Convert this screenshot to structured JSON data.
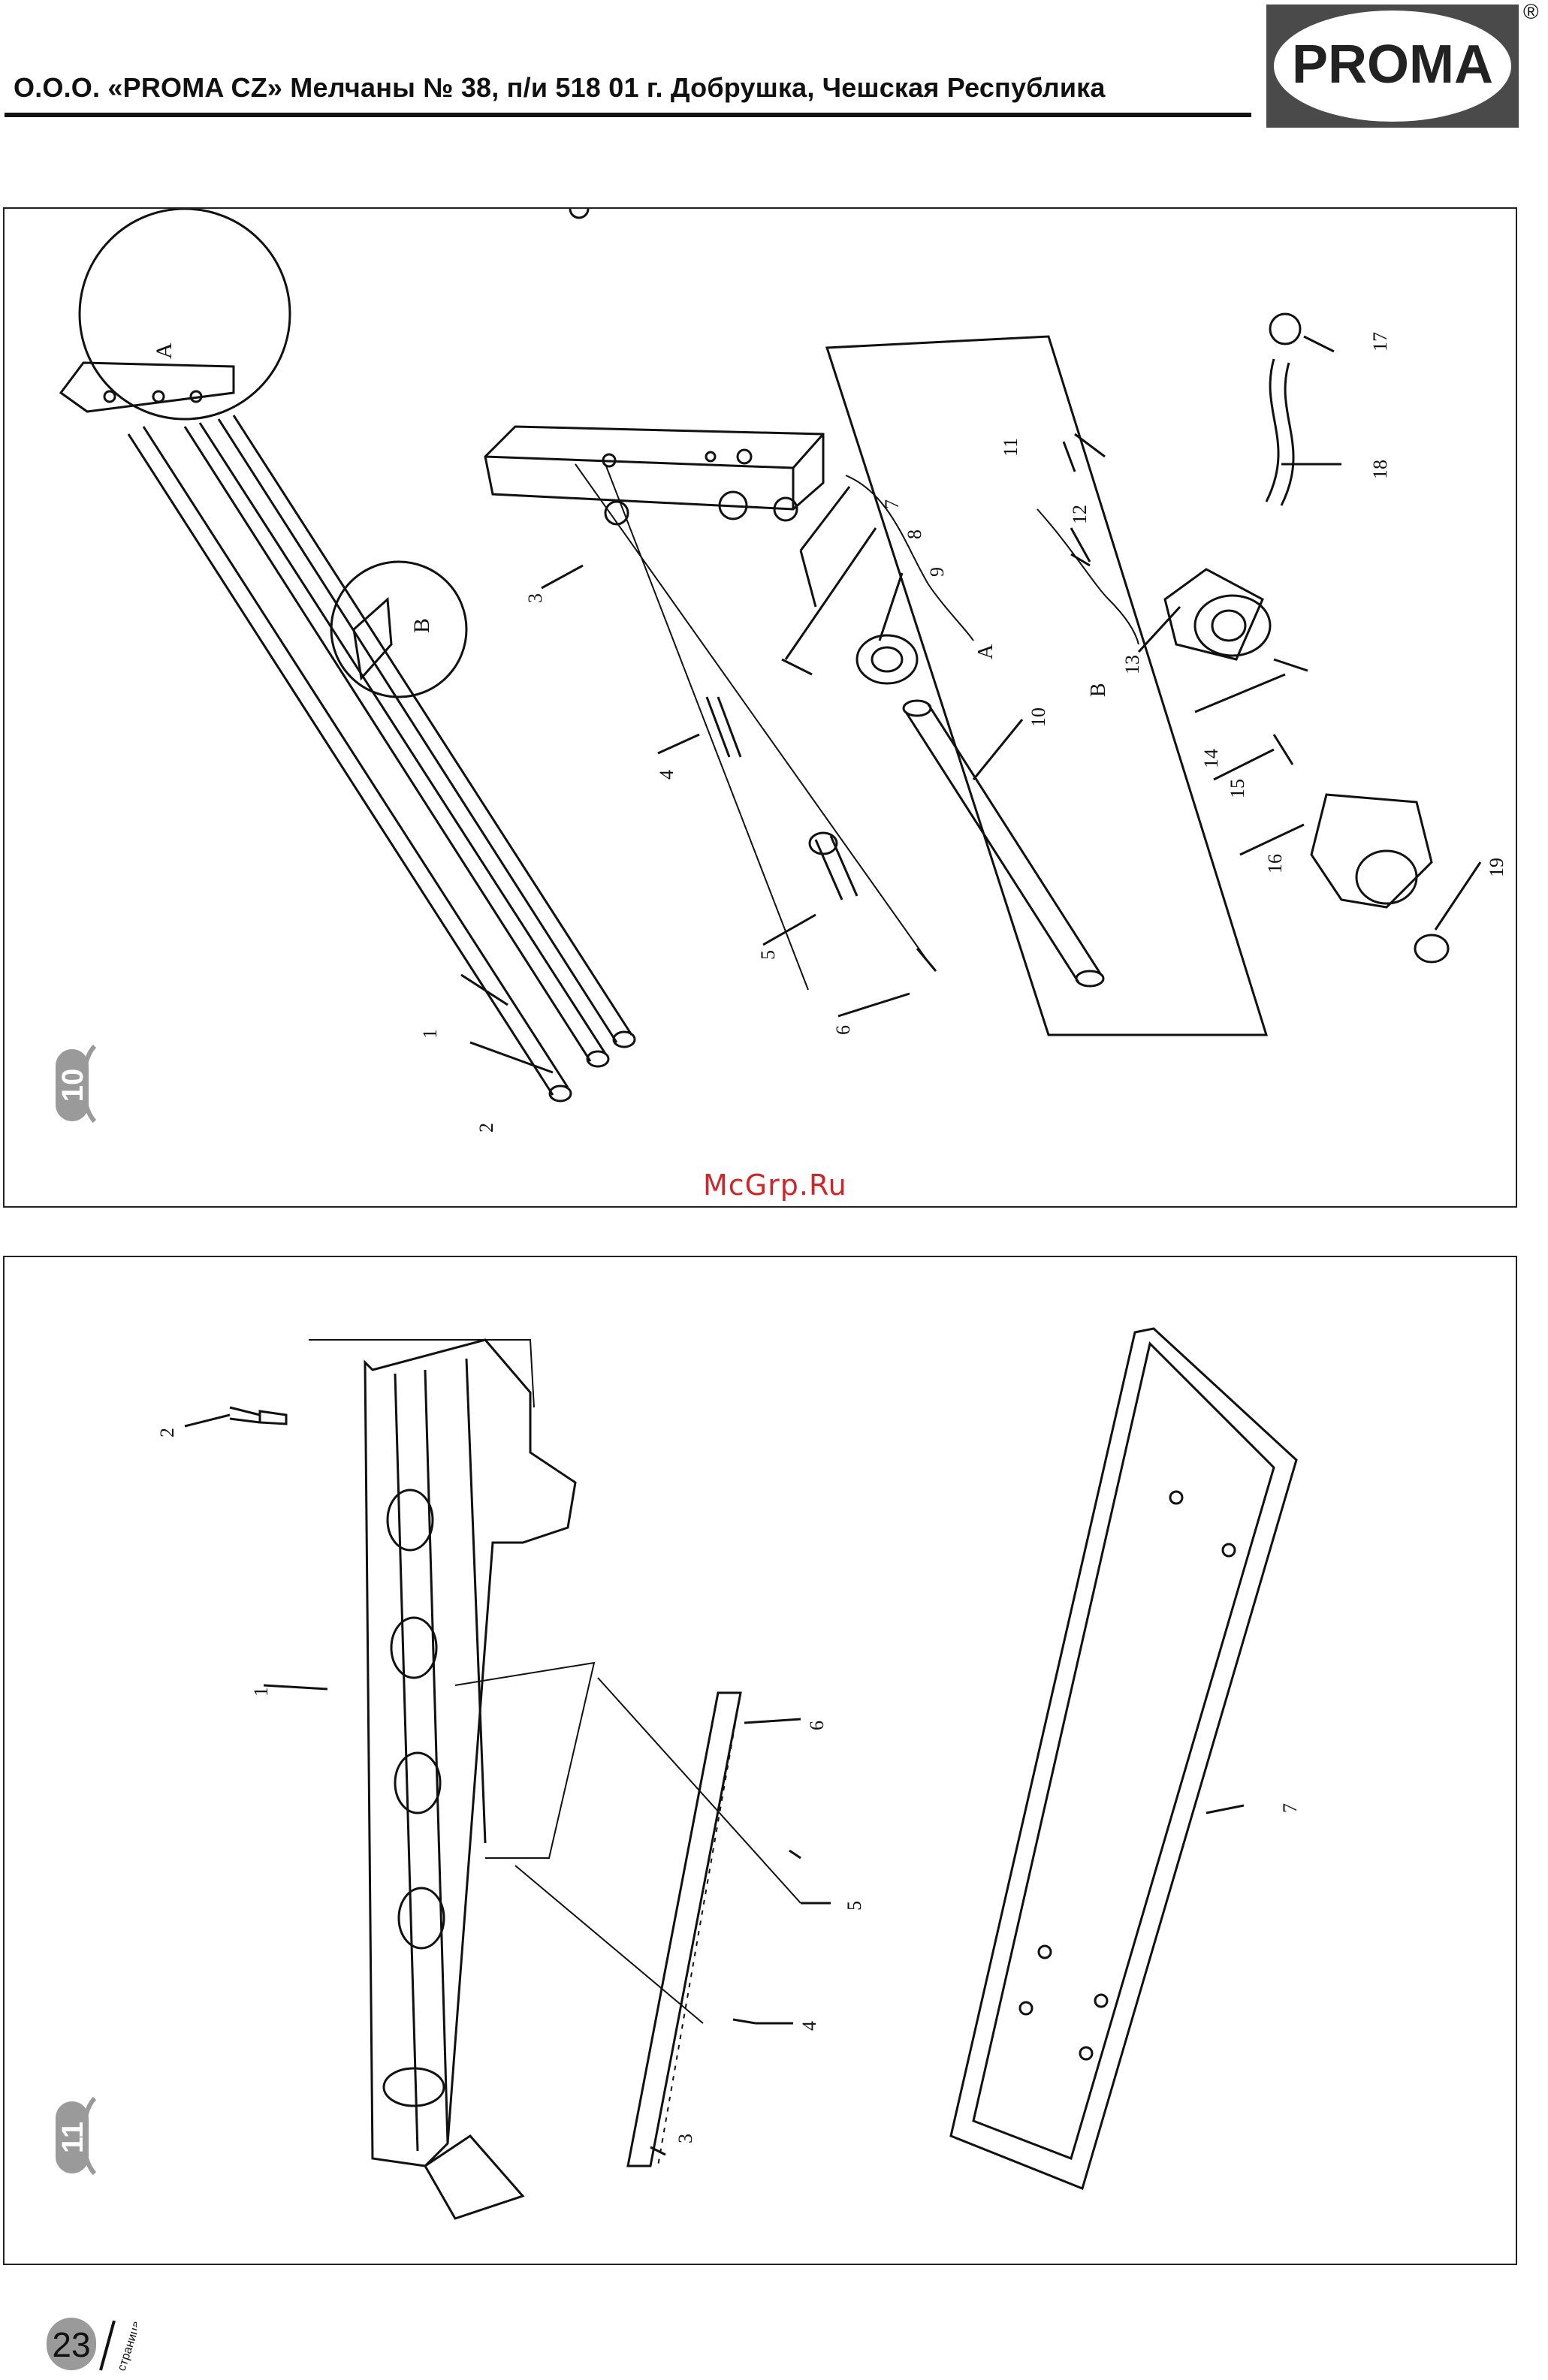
{
  "header": {
    "company_line": "О.О.О. «PROMA CZ» Мелчаны № 38, п/и 518 01 г. Добрушка, Чешская Республика",
    "logo_text": "PROMA",
    "registered_mark": "®"
  },
  "figure10": {
    "number": "10",
    "detail_labels": [
      "A",
      "B"
    ],
    "part_labels": [
      "1",
      "2",
      "3",
      "4",
      "5",
      "6",
      "7",
      "8",
      "9",
      "10",
      "11",
      "12",
      "13",
      "14",
      "15",
      "16",
      "17",
      "18",
      "19"
    ],
    "group_labels": [
      "A",
      "B"
    ]
  },
  "watermark": "McGrp.Ru",
  "figure11": {
    "number": "11",
    "part_labels": [
      "1",
      "2",
      "3",
      "4",
      "5",
      "6",
      "7"
    ]
  },
  "footer": {
    "page_number": "23",
    "page_word": "страница"
  }
}
